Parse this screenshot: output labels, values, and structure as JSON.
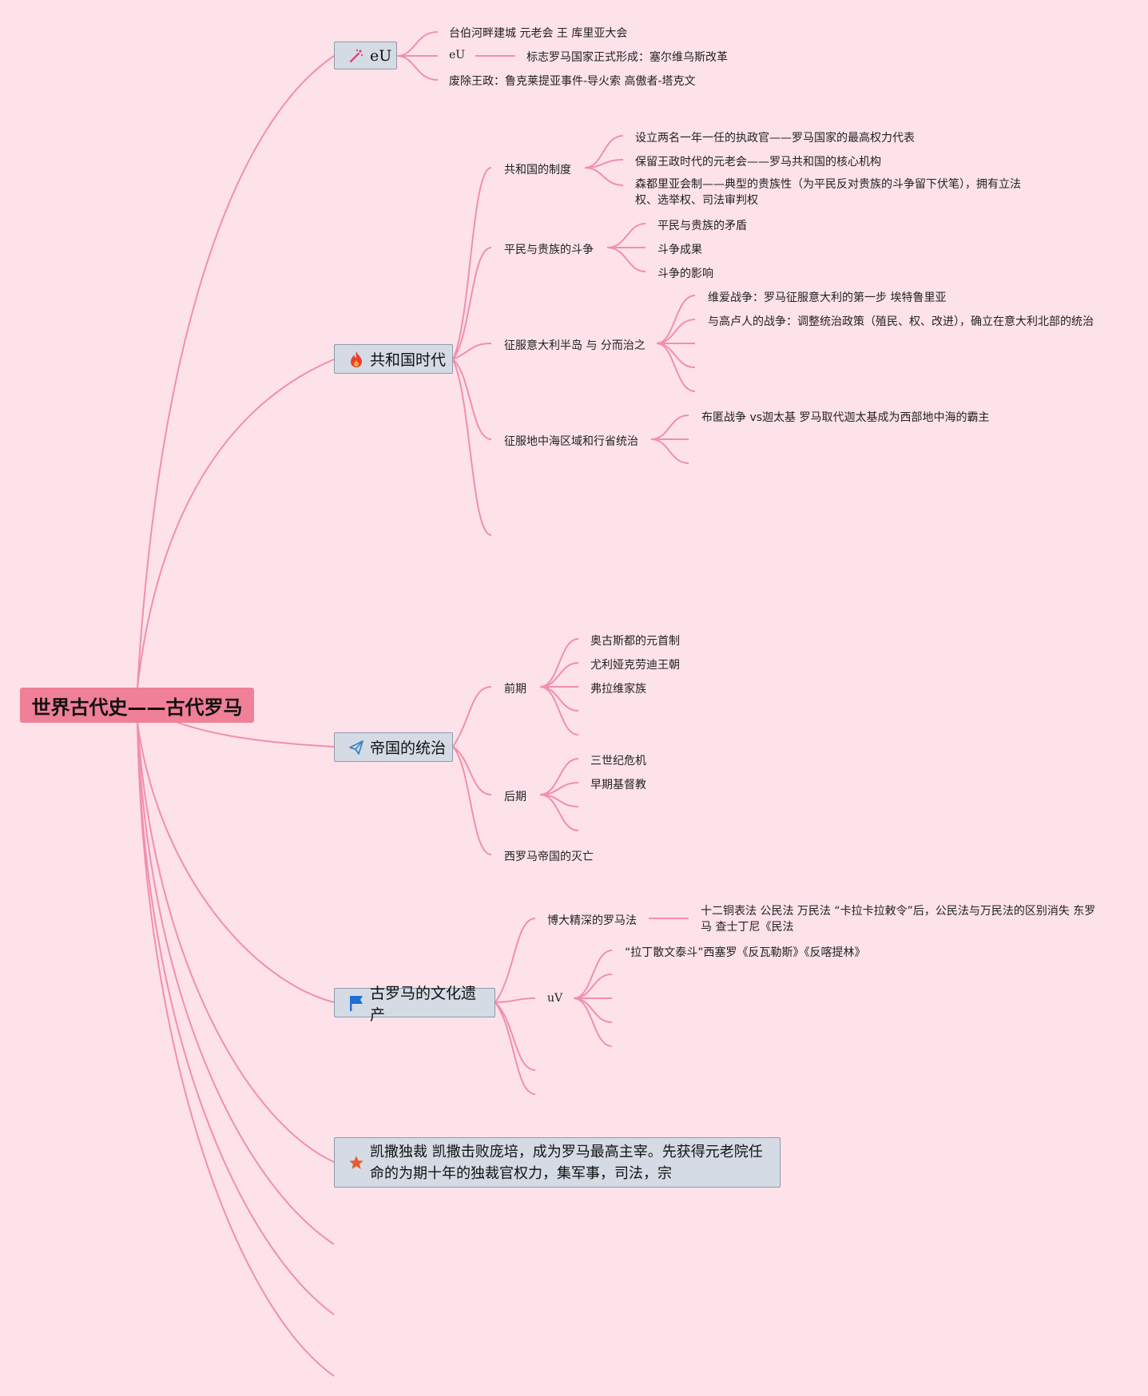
{
  "root": {
    "title": "世界古代史——古代罗马"
  },
  "branches": {
    "eu": {
      "title": "eU",
      "icon": "magic-wand-icon",
      "items": [
        "台伯河畔建城 元老会 王 库里亚大会",
        "eU",
        "废除王政：鲁克莱提亚事件-导火索 高傲者-塔克文"
      ],
      "eu_child": "标志罗马国家正式形成：塞尔维乌斯改革"
    },
    "republic": {
      "title": "共和国时代",
      "icon": "fire-icon",
      "system": {
        "label": "共和国的制度",
        "items": [
          "设立两名一年一任的执政官——罗马国家的最高权力代表",
          "保留王政时代的元老会——罗马共和国的核心机构",
          "森都里亚会制——典型的贵族性（为平民反对贵族的斗争留下伏笔），拥有立法权、选举权、司法审判权"
        ]
      },
      "struggle": {
        "label": "平民与贵族的斗争",
        "items": [
          "平民与贵族的矛盾",
          "斗争成果",
          "斗争的影响"
        ]
      },
      "italy": {
        "label": "征服意大利半岛 与 分而治之",
        "items": [
          "维爱战争：罗马征服意大利的第一步 埃特鲁里亚",
          "与高卢人的战争：调整统治政策（殖民、权、改进），确立在意大利北部的统治"
        ]
      },
      "med": {
        "label": "征服地中海区域和行省统治",
        "items": [
          "布匿战争 vs迦太基 罗马取代迦太基成为西部地中海的霸主"
        ]
      }
    },
    "empire": {
      "title": "帝国的统治",
      "icon": "paper-plane-icon",
      "early": {
        "label": "前期",
        "items": [
          "奥古斯都的元首制",
          "尤利娅克劳迪王朝",
          "弗拉维家族"
        ]
      },
      "late": {
        "label": "后期",
        "items": [
          "三世纪危机",
          "早期基督教"
        ]
      },
      "fall": {
        "label": "西罗马帝国的灭亡"
      }
    },
    "culture": {
      "title": "古罗马的文化遗产",
      "icon": "flag-icon",
      "law": {
        "label": "博大精深的罗马法",
        "detail": "十二铜表法 公民法 万民法 “卡拉卡拉敕令”后，公民法与万民法的区别消失 东罗马 查士丁尼《民法"
      },
      "uv": {
        "label": "uV",
        "items": [
          "“拉丁散文泰斗”西塞罗《反瓦勒斯》《反喀提林》"
        ]
      }
    },
    "caesar": {
      "title": "凯撒独裁 凯撒击败庞培，成为罗马最高主宰。先获得元老院任命的为期十年的独裁官权力，集军事，司法，宗",
      "icon": "star-icon"
    }
  },
  "colors": {
    "background": "#fde2e9",
    "link": "#f28fab",
    "root": "#f07f98",
    "node": "#d5dbe5"
  }
}
